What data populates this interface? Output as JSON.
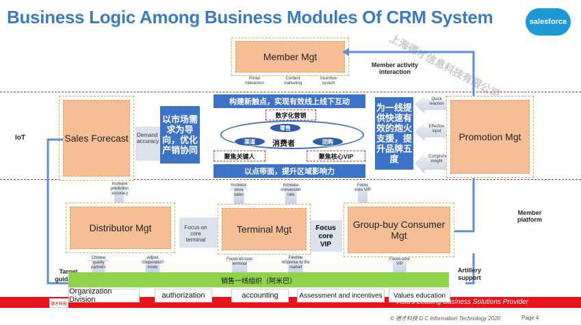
{
  "title": "Business Logic Among Business Modules Of CRM System",
  "logo_text": "salesforce",
  "watermark": "上海德才信息科技有限公司",
  "modules": {
    "member": "Member Mgt",
    "sales_forecast": "Sales Forecast",
    "promotion": "Promotion Mgt",
    "distributor": "Distributor Mgt",
    "terminal": "Terminal Mgt",
    "groupbuy": "Group-buy Consumer Mgt"
  },
  "side_labels": {
    "iot": "IoT",
    "member_activity": "Member activity interaction",
    "member_platform": "Member platform",
    "target_guidance": "Target guidance",
    "artillery_support": "Artillery support"
  },
  "arrows": {
    "portal": "Portal interaction",
    "content": "Content marketing",
    "incentive": "Incentive system",
    "demand_accuracy": "Demand accuracy",
    "quick_reaction": "Quick reaction",
    "effective_input": "Effective input",
    "comprehensive_insight": "Comprehensive insight",
    "increase_prediction": "Increase prediction accuracy",
    "increase_store_sales": "Increase store sales",
    "increase_conversion": "Increase conversion rate",
    "focus_core_vip_small": "Focus core VIP",
    "focus_core_terminal": "Focus on core terminal",
    "focus_core_vip": "Focus core VIP",
    "choose_quality": "Choose quality partners",
    "adjust_coop": "Adjust cooperation mode",
    "focus_core_terminal2": "Focus on core terminal",
    "flexible_response": "Flexible response to the market",
    "focus_core_vip2": "Focus core VIP"
  },
  "center": {
    "top_banner": "构建新触点，实现有效线上线下互动",
    "digital_marketing": "数字化营销",
    "retail": "零售",
    "channel": "渠道",
    "consumer": "消费者",
    "group_buy": "团购",
    "focus_key_people": "聚焦关键人",
    "focus_core_vip": "聚焦核心VIP",
    "bottom_banner": "以点带面，提升区域影响力"
  },
  "left_blue": "以市场需求为导向，优化产销协同",
  "right_blue": "为一线提供快速有效的炮火支援，提升品牌五度",
  "green_bar": "销售一线组织（阿米巴）",
  "bottom_cells": [
    "Organization Division",
    "authorization",
    "accounting",
    "Assessment and incentives",
    "Values education"
  ],
  "footer": {
    "company_logo": "德才科技",
    "slogan": "Asia's Leading Business Solutions Provider",
    "copyright": "© 德才科技 D.C Information Technology 2020",
    "page": "Page 4"
  },
  "colors": {
    "title": "#3b7bbf",
    "module_fill": "#f5be96",
    "blue_box": "#3d73c6",
    "green_bar": "#8ed34a",
    "red_bar": "#e8141b"
  }
}
